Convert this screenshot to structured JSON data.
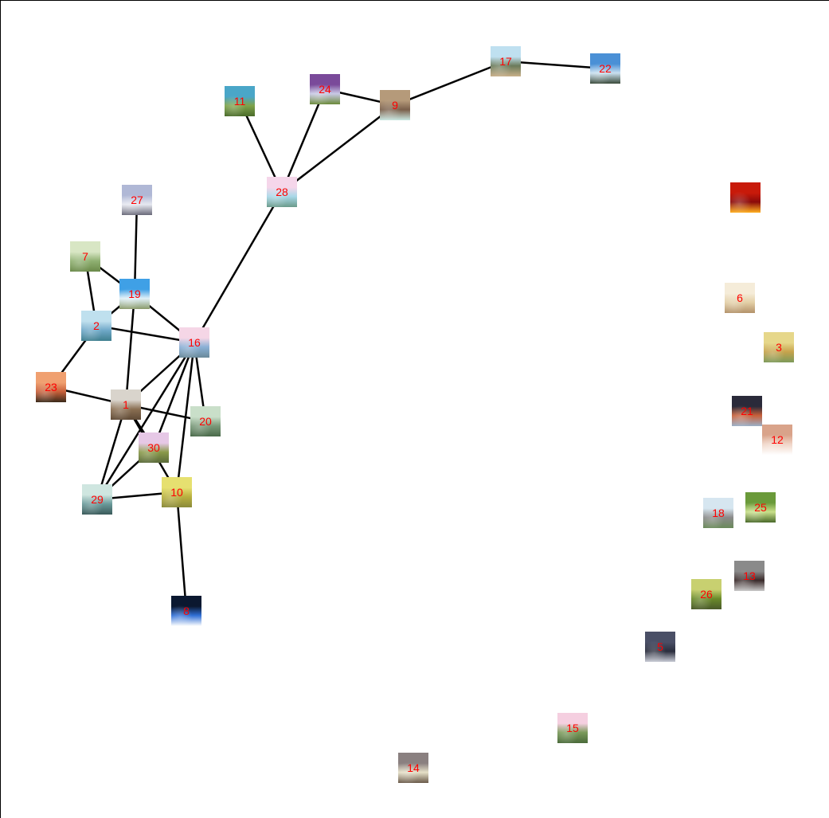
{
  "graph": {
    "nodes": [
      {
        "id": "1",
        "label": "1",
        "colors": [
          "#d9d4cc",
          "#8a6f52",
          "#5f4a36"
        ]
      },
      {
        "id": "2",
        "label": "2",
        "colors": [
          "#bfe0ee",
          "#6fa8c8",
          "#3f7f8f"
        ]
      },
      {
        "id": "3",
        "label": "3",
        "colors": [
          "#e6d78a",
          "#c6a34c",
          "#7d9a5a"
        ]
      },
      {
        "id": "5",
        "label": "5",
        "colors": [
          "#4a4f66",
          "#2a2d3d",
          "#c9ccd6"
        ]
      },
      {
        "id": "6",
        "label": "6",
        "colors": [
          "#f5ecd9",
          "#e3cfa6",
          "#b3926a"
        ]
      },
      {
        "id": "7",
        "label": "7",
        "colors": [
          "#d8e6c4",
          "#8fb071",
          "#6b8a4a"
        ]
      },
      {
        "id": "8",
        "label": "8",
        "colors": [
          "#0b1830",
          "#2f6fd6",
          "#ffffff"
        ]
      },
      {
        "id": "9",
        "label": "9",
        "colors": [
          "#b59a7a",
          "#7a5f4a",
          "#c9e8e2"
        ]
      },
      {
        "id": "10",
        "label": "10",
        "colors": [
          "#e6e070",
          "#b8b03f",
          "#8a8a3a"
        ]
      },
      {
        "id": "11",
        "label": "11",
        "colors": [
          "#4aa6c8",
          "#7ea34a",
          "#4a6b2a"
        ]
      },
      {
        "id": "12",
        "label": "12",
        "colors": [
          "#d9a38a",
          "#f0d6c8",
          "#ffffff"
        ]
      },
      {
        "id": "13",
        "label": "13",
        "colors": [
          "#8a8a8a",
          "#3a2a2a",
          "#c9c9c9"
        ]
      },
      {
        "id": "14",
        "label": "14",
        "colors": [
          "#8a8080",
          "#e6e0c8",
          "#6a5a4a"
        ]
      },
      {
        "id": "15",
        "label": "15",
        "colors": [
          "#f5cfe0",
          "#7a9a5a",
          "#4a6a3a"
        ]
      },
      {
        "id": "17",
        "label": "17",
        "colors": [
          "#bfe0f0",
          "#6a7a5a",
          "#c9b08a"
        ]
      },
      {
        "id": "18",
        "label": "18",
        "colors": [
          "#d6e6f0",
          "#8a8a8a",
          "#6a8a5a"
        ]
      },
      {
        "id": "19",
        "label": "19",
        "colors": [
          "#3fa0e6",
          "#dff0f8",
          "#8a9a6a"
        ]
      },
      {
        "id": "16",
        "label": "16",
        "colors": [
          "#f5d6e6",
          "#8ab0d6",
          "#6a8a9a"
        ]
      },
      {
        "id": "20",
        "label": "20",
        "colors": [
          "#c9dfc9",
          "#7a9a7a",
          "#4a6a4a"
        ]
      },
      {
        "id": "21",
        "label": "21",
        "colors": [
          "#2a2a3a",
          "#c8603a",
          "#9ab0c8"
        ]
      },
      {
        "id": "22",
        "label": "22",
        "colors": [
          "#4a90d6",
          "#c9e0f0",
          "#3a4a3a"
        ]
      },
      {
        "id": "23",
        "label": "23",
        "colors": [
          "#f0a070",
          "#c8603a",
          "#3a2a1a"
        ]
      },
      {
        "id": "24",
        "label": "24",
        "colors": [
          "#7a4a9a",
          "#c9c9e6",
          "#6a8a3a"
        ]
      },
      {
        "id": "25",
        "label": "25",
        "colors": [
          "#6a9a3a",
          "#c9e08a",
          "#4a6a2a"
        ]
      },
      {
        "id": "26",
        "label": "26",
        "colors": [
          "#c8d070",
          "#6a8a2a",
          "#4a5a2a"
        ]
      },
      {
        "id": "27",
        "label": "27",
        "colors": [
          "#b0b8d6",
          "#e6e8f0",
          "#6a6a7a"
        ]
      },
      {
        "id": "28",
        "label": "28",
        "colors": [
          "#f5d6ea",
          "#a8d8e8",
          "#6a9a8a"
        ]
      },
      {
        "id": "29",
        "label": "29",
        "colors": [
          "#cfe6e0",
          "#6a9a9a",
          "#3a5a5a"
        ]
      },
      {
        "id": "30",
        "label": "30",
        "colors": [
          "#e6c8e6",
          "#8a9a4a",
          "#5a6a3a"
        ]
      },
      {
        "id": "4",
        "label": "",
        "colors": [
          "#c81a0a",
          "#8a0a0a",
          "#ffb020"
        ]
      }
    ],
    "edges": [
      [
        "17",
        "22"
      ],
      [
        "17",
        "9"
      ],
      [
        "9",
        "24"
      ],
      [
        "9",
        "28"
      ],
      [
        "24",
        "28"
      ],
      [
        "11",
        "28"
      ],
      [
        "28",
        "16"
      ],
      [
        "27",
        "19"
      ],
      [
        "7",
        "19"
      ],
      [
        "7",
        "2"
      ],
      [
        "19",
        "2"
      ],
      [
        "19",
        "16"
      ],
      [
        "19",
        "1"
      ],
      [
        "2",
        "16"
      ],
      [
        "2",
        "23"
      ],
      [
        "23",
        "1"
      ],
      [
        "1",
        "16"
      ],
      [
        "1",
        "20"
      ],
      [
        "1",
        "30"
      ],
      [
        "1",
        "10"
      ],
      [
        "1",
        "29"
      ],
      [
        "16",
        "20"
      ],
      [
        "16",
        "30"
      ],
      [
        "16",
        "10"
      ],
      [
        "16",
        "29"
      ],
      [
        "30",
        "29"
      ],
      [
        "29",
        "10"
      ],
      [
        "10",
        "8"
      ]
    ]
  }
}
